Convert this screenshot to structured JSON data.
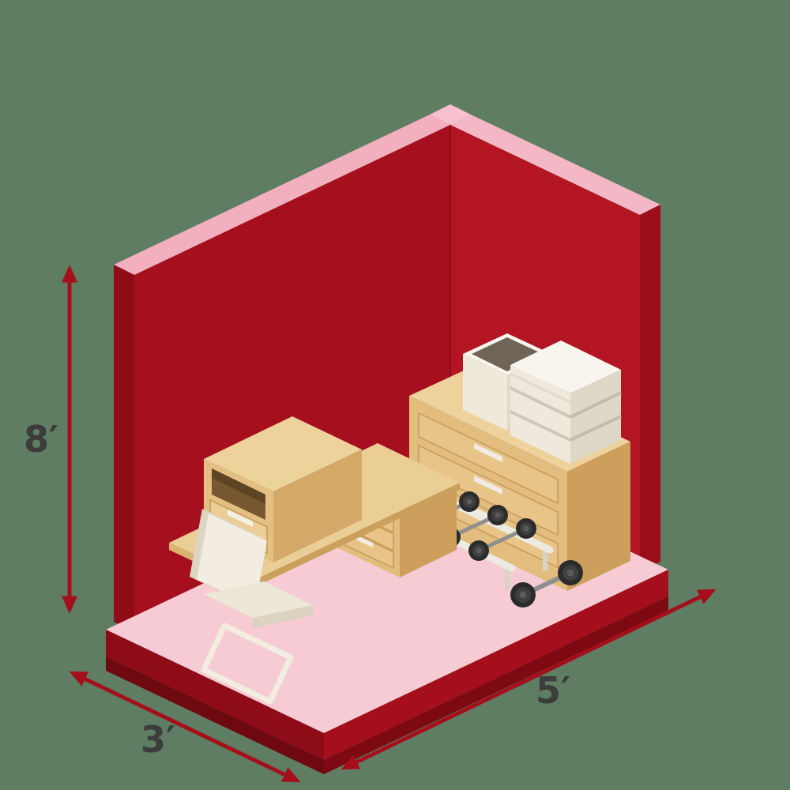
{
  "background_color": "#5E7D63",
  "unit": {
    "name": "isometric-storage-unit",
    "colors": {
      "left_wall_inner": "#A60F1D",
      "right_wall_inner": "#B41523",
      "wall_rim_pink": "#F2AFBE",
      "wall_end_cap_dark": "#8E0C17",
      "floor_pink": "#F6CBD3",
      "floor_edge_red": "#A50F1C",
      "floor_edge_dark": "#7D0A13",
      "furniture_tan_light": "#EDD29B",
      "furniture_tan_mid": "#E2BD7E",
      "furniture_tan_dark": "#CE9F5C",
      "box_white": "#F8F5EF",
      "chair_cream": "#F2EDE0",
      "dumbbell_dark": "#2B2B2B"
    },
    "contents": [
      "desk with drawer pedestal",
      "office chair",
      "cabinet with open shelf on desk",
      "dresser with three drawers",
      "stack of three storage boxes",
      "open storage box",
      "dumbbell rack with three dumbbells",
      "dumbbell on floor"
    ]
  },
  "dimensions": {
    "height": "8′",
    "depth": "3′",
    "width": "5′",
    "arrow_color": "#A50F1B",
    "label_color": "#3C3C3C"
  }
}
